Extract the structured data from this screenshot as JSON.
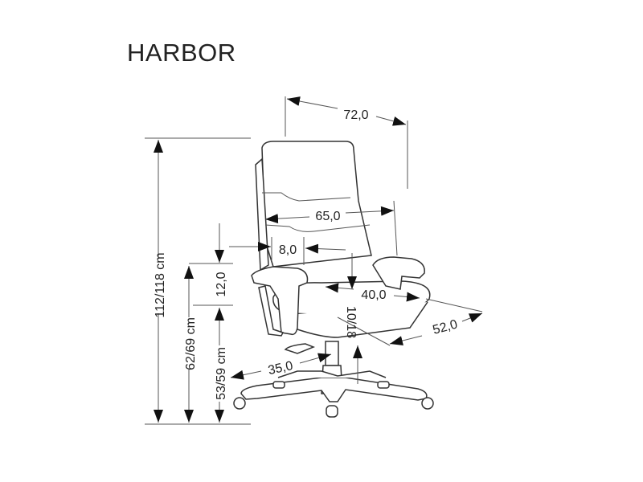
{
  "title": "HARBOR",
  "dimensions": {
    "total_height": "112/118 cm",
    "armrest_height": "62/69 cm",
    "seat_height": "53/59 cm",
    "armrest_above_seat": "12,0",
    "total_width": "72,0",
    "backrest_width": "65,0",
    "armrest_width": "8,0",
    "seat_width": "40,0",
    "seat_depth": "52,0",
    "seat_thickness": "10/18",
    "base_radius": "35,0"
  }
}
